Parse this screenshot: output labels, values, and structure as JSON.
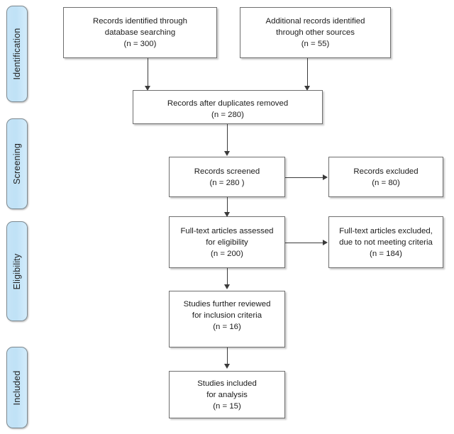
{
  "diagram": {
    "type": "prisma-flow-diagram",
    "background_color": "#ffffff",
    "box_border_color": "#6e6e6e",
    "stage_fill_color": "#c5e4f7",
    "connector_color": "#3a3a3a"
  },
  "stages": [
    {
      "label": "Identification"
    },
    {
      "label": "Screening"
    },
    {
      "label": "Eligibility"
    },
    {
      "label": "Included"
    }
  ],
  "nodes": {
    "records_identified": {
      "text": "Records identified through\ndatabase searching\n(n = 300)",
      "count": 300
    },
    "additional_records": {
      "text": "Additional records identified\nthrough other sources\n(n = 55)",
      "count": 55
    },
    "duplicates_removed": {
      "text": "Records after duplicates removed\n(n =  280)",
      "count": 280
    },
    "records_screened": {
      "text": "Records screened\n(n =  280 )",
      "count": 280
    },
    "records_excluded": {
      "text": "Records excluded\n(n = 80)",
      "count": 80
    },
    "fulltext_assessed": {
      "text": "Full-text articles assessed\nfor eligibility\n(n = 200)",
      "count": 200
    },
    "fulltext_excluded": {
      "text": "Full-text articles excluded,\ndue to not meeting criteria\n(n = 184)",
      "count": 184
    },
    "studies_reviewed": {
      "text": "Studies further reviewed\nfor inclusion criteria\n(n = 16)",
      "count": 16
    },
    "studies_included": {
      "text": "Studies included\nfor analysis\n(n = 15)",
      "count": 15
    }
  }
}
